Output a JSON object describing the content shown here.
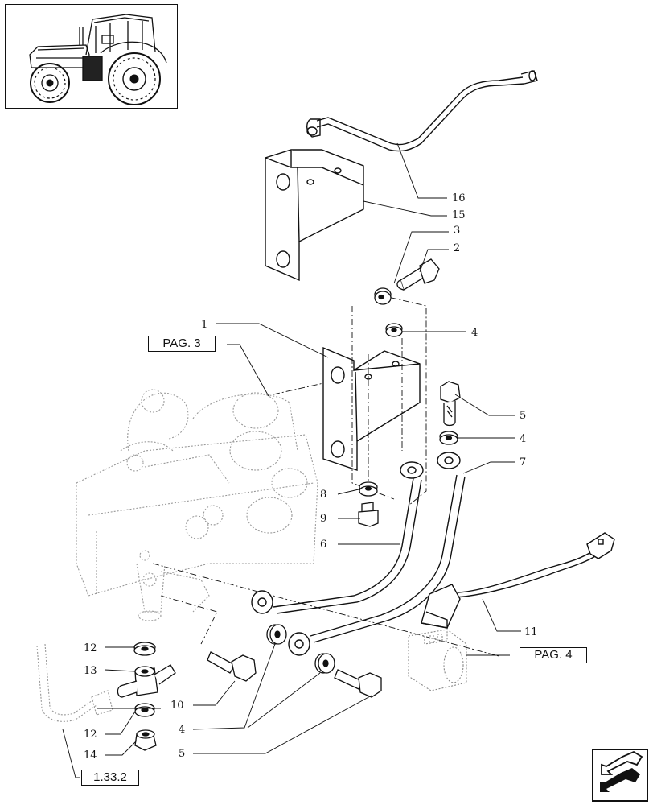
{
  "thumbnail": {
    "icon": "tractor-icon"
  },
  "references": {
    "pag3": "PAG. 3",
    "pag4": "PAG. 4",
    "section": "1.33.2"
  },
  "callouts": {
    "c1": "1",
    "c2": "2",
    "c3": "3",
    "c4a": "4",
    "c4b": "4",
    "c4c": "4",
    "c5a": "5",
    "c5b": "5",
    "c6": "6",
    "c7": "7",
    "c8": "8",
    "c9": "9",
    "c10": "10",
    "c11": "11",
    "c12a": "12",
    "c12b": "12",
    "c13": "13",
    "c14": "14",
    "c15": "15",
    "c16": "16"
  },
  "navigation": {
    "icon": "previous-page-arrow-icon"
  }
}
